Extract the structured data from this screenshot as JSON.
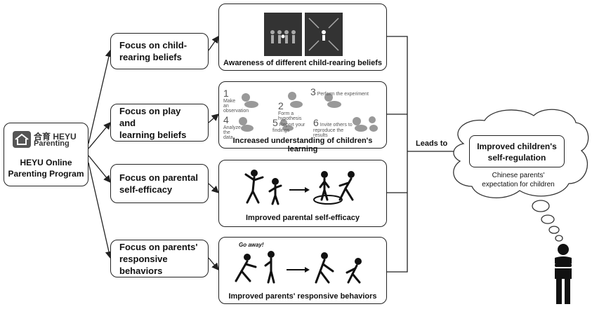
{
  "program": {
    "logo_cn": "合育",
    "logo_brand": "HEYU",
    "logo_sub": "Parenting",
    "name_line1": "HEYU Online",
    "name_line2": "Parenting Program"
  },
  "focus": [
    {
      "line1": "Focus on child-",
      "line2": "rearing beliefs"
    },
    {
      "line1": "Focus on play and",
      "line2": "learning beliefs"
    },
    {
      "line1": "Focus on parental",
      "line2": "self-efficacy"
    },
    {
      "line1": "Focus on parents'",
      "line2": "responsive behaviors"
    }
  ],
  "outcomes": [
    {
      "caption": "Awareness of different child-rearing beliefs"
    },
    {
      "caption": "Increased understanding of children's learning"
    },
    {
      "caption": "Improved parental self-efficacy"
    },
    {
      "caption": "Improved parents' responsive behaviors"
    }
  ],
  "steps": [
    {
      "num": "1",
      "text": "Make an observation"
    },
    {
      "num": "2",
      "text": "Form a hypothesis"
    },
    {
      "num": "3",
      "text": "Perform the experiment"
    },
    {
      "num": "4",
      "text": "Analyze the data"
    },
    {
      "num": "5",
      "text": "Report your findings"
    },
    {
      "num": "6",
      "text": "Invite others to reproduce the results"
    }
  ],
  "speech": "Go away!",
  "leads_to": "Leads to",
  "goal": {
    "line1": "Improved children's",
    "line2": "self-regulation"
  },
  "expectation": {
    "line1": "Chinese parents'",
    "line2": "expectation for children"
  }
}
